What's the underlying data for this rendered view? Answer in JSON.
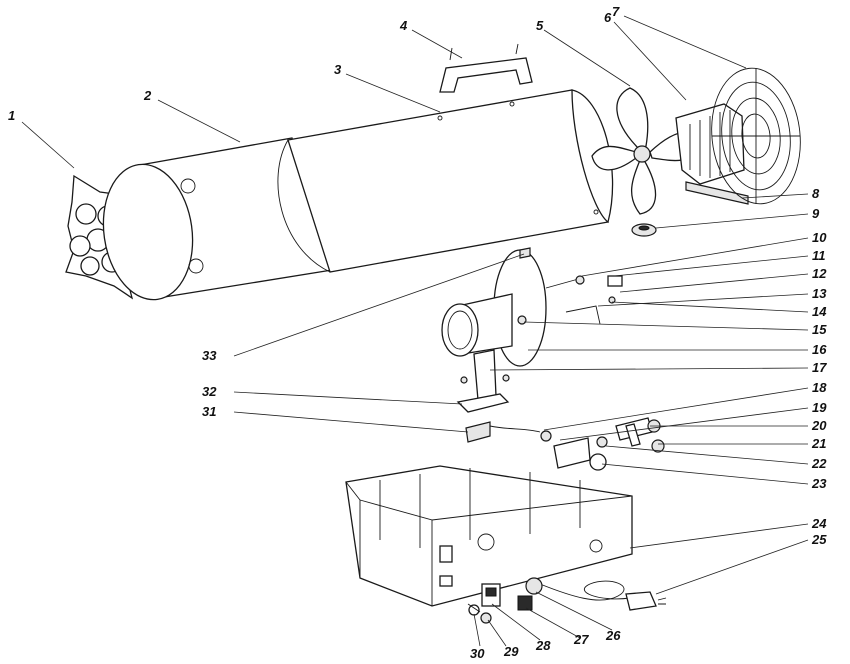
{
  "parts": [
    {
      "id": "p1",
      "number": "1"
    },
    {
      "id": "p2",
      "number": "2"
    },
    {
      "id": "p3",
      "number": "3"
    },
    {
      "id": "p4",
      "number": "4"
    },
    {
      "id": "p5",
      "number": "5"
    },
    {
      "id": "p6",
      "number": "6"
    },
    {
      "id": "p7",
      "number": "7"
    },
    {
      "id": "p8",
      "number": "8"
    },
    {
      "id": "p9",
      "number": "9"
    },
    {
      "id": "p10",
      "number": "10"
    },
    {
      "id": "p11",
      "number": "11"
    },
    {
      "id": "p12",
      "number": "12"
    },
    {
      "id": "p13",
      "number": "13"
    },
    {
      "id": "p14",
      "number": "14"
    },
    {
      "id": "p15",
      "number": "15"
    },
    {
      "id": "p16",
      "number": "16"
    },
    {
      "id": "p17",
      "number": "17"
    },
    {
      "id": "p18",
      "number": "18"
    },
    {
      "id": "p19",
      "number": "19"
    },
    {
      "id": "p20",
      "number": "20"
    },
    {
      "id": "p21",
      "number": "21"
    },
    {
      "id": "p22",
      "number": "22"
    },
    {
      "id": "p23",
      "number": "23"
    },
    {
      "id": "p24",
      "number": "24"
    },
    {
      "id": "p25",
      "number": "25"
    },
    {
      "id": "p26",
      "number": "26"
    },
    {
      "id": "p27",
      "number": "27"
    },
    {
      "id": "p28",
      "number": "28"
    },
    {
      "id": "p29",
      "number": "29"
    },
    {
      "id": "p30",
      "number": "30"
    },
    {
      "id": "p31",
      "number": "31"
    },
    {
      "id": "p32",
      "number": "32"
    },
    {
      "id": "p33",
      "number": "33"
    }
  ]
}
